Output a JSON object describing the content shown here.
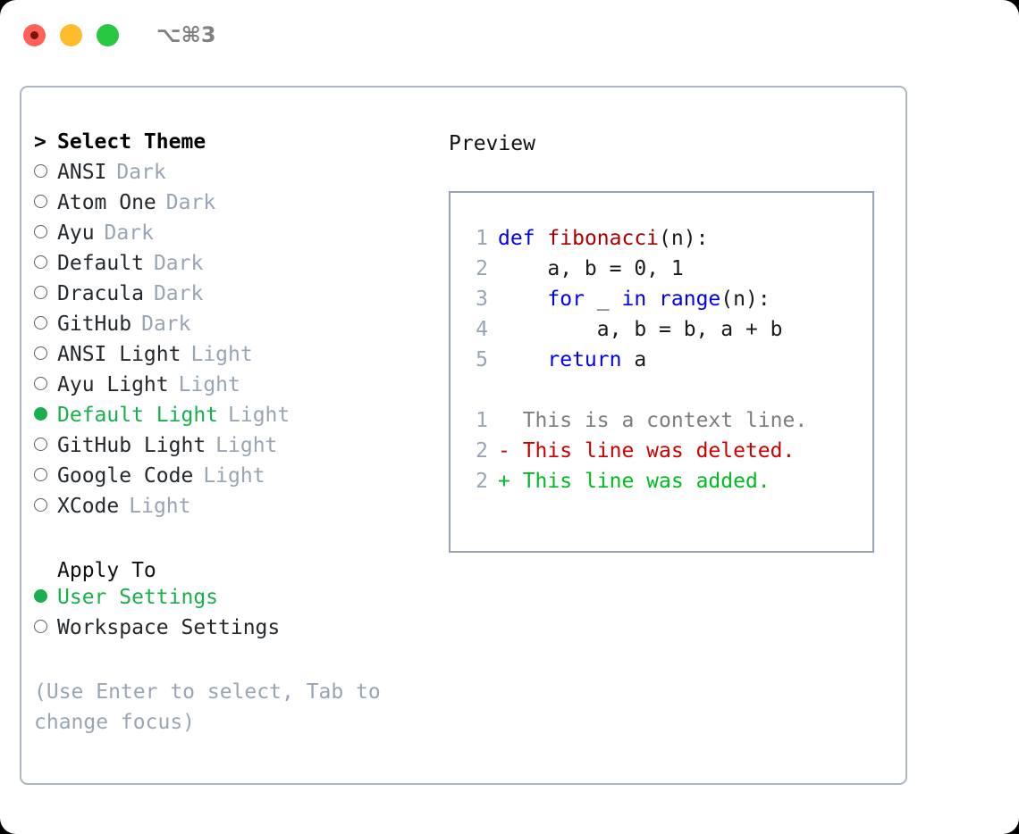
{
  "titlebar": {
    "shortcut": "⌥⌘3",
    "buttons": {
      "close": "close",
      "minimize": "minimize",
      "maximize": "maximize"
    }
  },
  "theme_picker": {
    "header_marker": ">",
    "header_label": "Select Theme",
    "items": [
      {
        "marker": "ring",
        "name": "ANSI",
        "badge": "Dark",
        "selected": false
      },
      {
        "marker": "ring",
        "name": "Atom One",
        "badge": "Dark",
        "selected": false
      },
      {
        "marker": "ring",
        "name": "Ayu",
        "badge": "Dark",
        "selected": false
      },
      {
        "marker": "ring",
        "name": "Default",
        "badge": "Dark",
        "selected": false
      },
      {
        "marker": "ring",
        "name": "Dracula",
        "badge": "Dark",
        "selected": false
      },
      {
        "marker": "ring",
        "name": "GitHub",
        "badge": "Dark",
        "selected": false
      },
      {
        "marker": "ring",
        "name": "ANSI Light",
        "badge": "Light",
        "selected": false
      },
      {
        "marker": "ring",
        "name": "Ayu Light",
        "badge": "Light",
        "selected": false
      },
      {
        "marker": "dot",
        "name": "Default Light",
        "badge": "Light",
        "selected": true
      },
      {
        "marker": "ring",
        "name": "GitHub Light",
        "badge": "Light",
        "selected": false
      },
      {
        "marker": "ring",
        "name": "Google Code",
        "badge": "Light",
        "selected": false
      },
      {
        "marker": "ring",
        "name": "XCode",
        "badge": "Light",
        "selected": false
      }
    ]
  },
  "apply_to": {
    "title": "Apply To",
    "options": [
      {
        "marker": "dot",
        "label": "User Settings",
        "selected": true
      },
      {
        "marker": "ring",
        "label": "Workspace Settings",
        "selected": false
      }
    ]
  },
  "hint": "(Use Enter to select, Tab to change focus)",
  "preview": {
    "label": "Preview",
    "code_lines": [
      {
        "num": "1",
        "tokens": [
          {
            "t": "def",
            "c": "kw"
          },
          {
            "t": " ",
            "c": "plain"
          },
          {
            "t": "fibonacci",
            "c": "fn"
          },
          {
            "t": "(n):",
            "c": "plain"
          }
        ]
      },
      {
        "num": "2",
        "tokens": [
          {
            "t": "    a, b = 0, 1",
            "c": "plain"
          }
        ]
      },
      {
        "num": "3",
        "tokens": [
          {
            "t": "    ",
            "c": "plain"
          },
          {
            "t": "for",
            "c": "kw"
          },
          {
            "t": " _ ",
            "c": "plain"
          },
          {
            "t": "in",
            "c": "kw"
          },
          {
            "t": " ",
            "c": "plain"
          },
          {
            "t": "range",
            "c": "builtin"
          },
          {
            "t": "(n):",
            "c": "plain"
          }
        ]
      },
      {
        "num": "4",
        "tokens": [
          {
            "t": "        a, b = b, a + b",
            "c": "plain"
          }
        ]
      },
      {
        "num": "5",
        "tokens": [
          {
            "t": "    ",
            "c": "plain"
          },
          {
            "t": "return",
            "c": "kw"
          },
          {
            "t": " a",
            "c": "plain"
          }
        ]
      }
    ],
    "diff_lines": [
      {
        "num": "1",
        "sign": " ",
        "text": "This is a context line.",
        "kind": "ctx"
      },
      {
        "num": "2",
        "sign": "-",
        "text": "This line was deleted.",
        "kind": "del"
      },
      {
        "num": "2",
        "sign": "+",
        "text": "This line was added.",
        "kind": "add"
      }
    ]
  },
  "colors": {
    "accent_green": "#19b04b",
    "muted": "#9aa5b4",
    "border": "#98a2b0",
    "keyword": "#0000ee",
    "function": "#a80000",
    "diff_delete": "#cc0000",
    "diff_add": "#00bb22",
    "light_close": "#FF6058",
    "light_min": "#FFBD2E",
    "light_max": "#28C840"
  }
}
